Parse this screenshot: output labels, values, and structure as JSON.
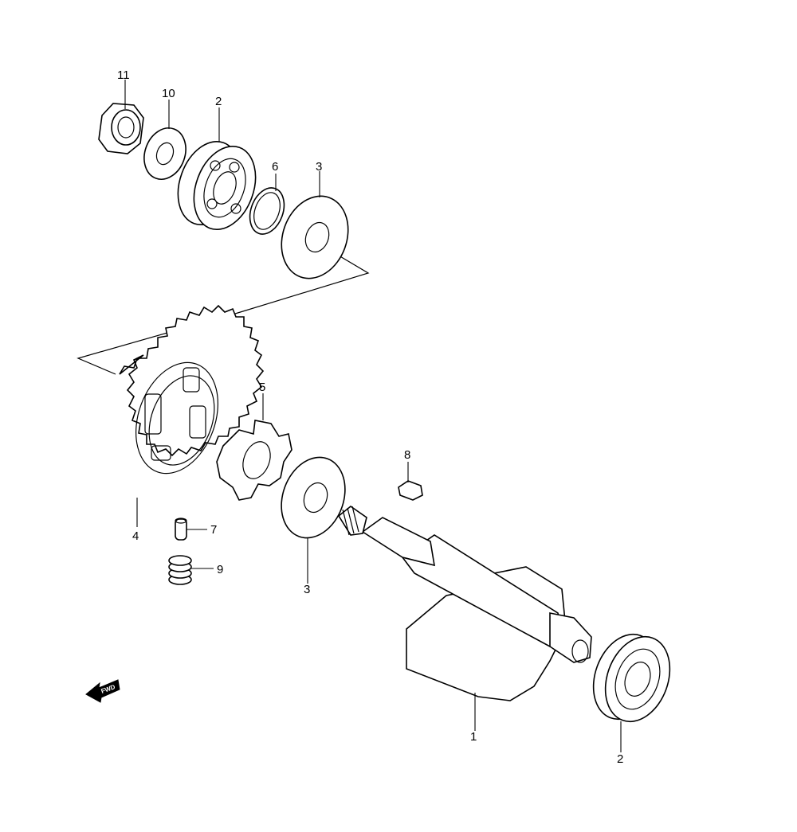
{
  "callouts": [
    {
      "id": "11"
    },
    {
      "id": "10"
    },
    {
      "id": "2"
    },
    {
      "id": "6"
    },
    {
      "id": "3"
    },
    {
      "id": "5"
    },
    {
      "id": "4"
    },
    {
      "id": "8"
    },
    {
      "id": "7"
    },
    {
      "id": "9"
    },
    {
      "id": "3"
    },
    {
      "id": "1"
    },
    {
      "id": "2"
    }
  ],
  "fwd_label": "FWD"
}
